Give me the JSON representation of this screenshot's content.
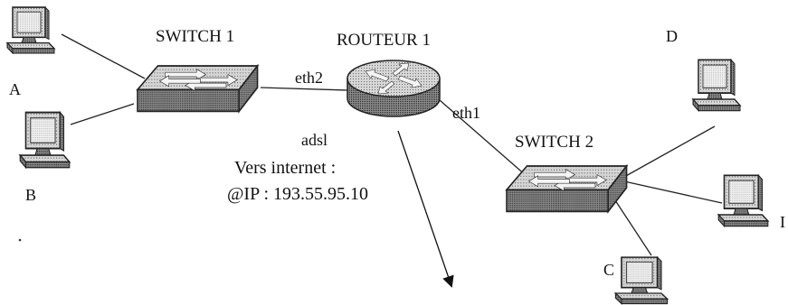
{
  "labels": {
    "switch1": "SWITCH 1",
    "router1": "ROUTEUR 1",
    "switch2": "SWITCH 2",
    "eth2": "eth2",
    "eth1": "eth1",
    "adsl": "adsl",
    "internet_line1": "Vers internet :",
    "internet_line2": "@IP : 193.55.95.10",
    "host_a": "A",
    "host_b": "B",
    "host_c": "C",
    "host_d": "D",
    "host_e": "I"
  },
  "icons": {
    "pc": "desktop-computer-icon",
    "switch": "network-switch-icon",
    "router": "router-icon"
  }
}
